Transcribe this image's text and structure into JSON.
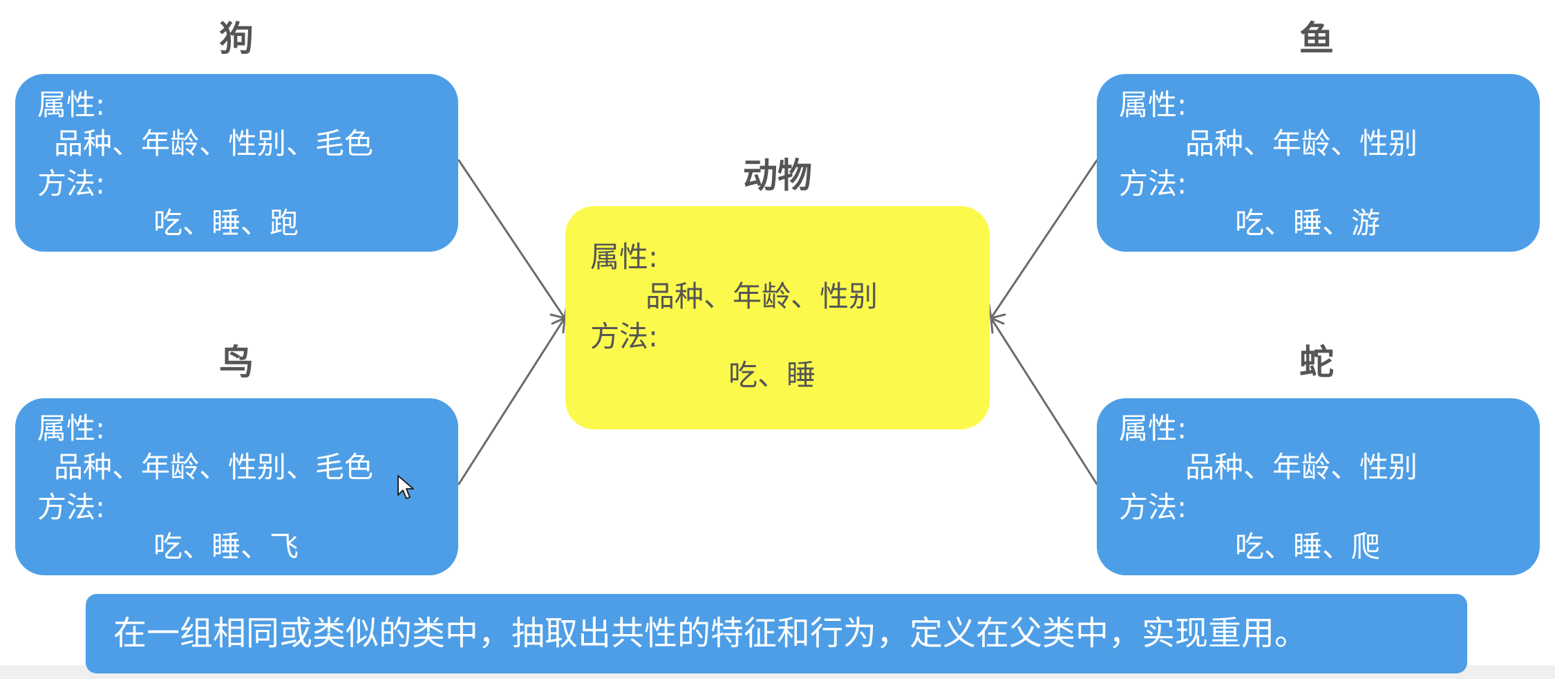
{
  "parent": {
    "title": "动物",
    "attr_label": "属性:",
    "attrs": "品种、年龄、性别",
    "method_label": "方法:",
    "methods": "吃、睡"
  },
  "children": {
    "dog": {
      "title": "狗",
      "attr_label": "属性:",
      "attrs": "品种、年龄、性别、毛色",
      "method_label": "方法:",
      "methods": "吃、睡、跑"
    },
    "bird": {
      "title": "鸟",
      "attr_label": "属性:",
      "attrs": "品种、年龄、性别、毛色",
      "method_label": "方法:",
      "methods": "吃、睡、飞"
    },
    "fish": {
      "title": "鱼",
      "attr_label": "属性:",
      "attrs": "品种、年龄、性别",
      "method_label": "方法:",
      "methods": "吃、睡、游"
    },
    "snake": {
      "title": "蛇",
      "attr_label": "属性:",
      "attrs": "品种、年龄、性别",
      "method_label": "方法:",
      "methods": "吃、睡、爬"
    }
  },
  "summary": "在一组相同或类似的类中，抽取出共性的特征和行为，定义在父类中，实现重用。",
  "colors": {
    "child_box": "#4d9ee6",
    "parent_box": "#fbfa4c",
    "title_text": "#555555",
    "arrow": "#6b6b6b"
  },
  "icons": {
    "mouse_cursor": "cursor-arrow-icon"
  }
}
